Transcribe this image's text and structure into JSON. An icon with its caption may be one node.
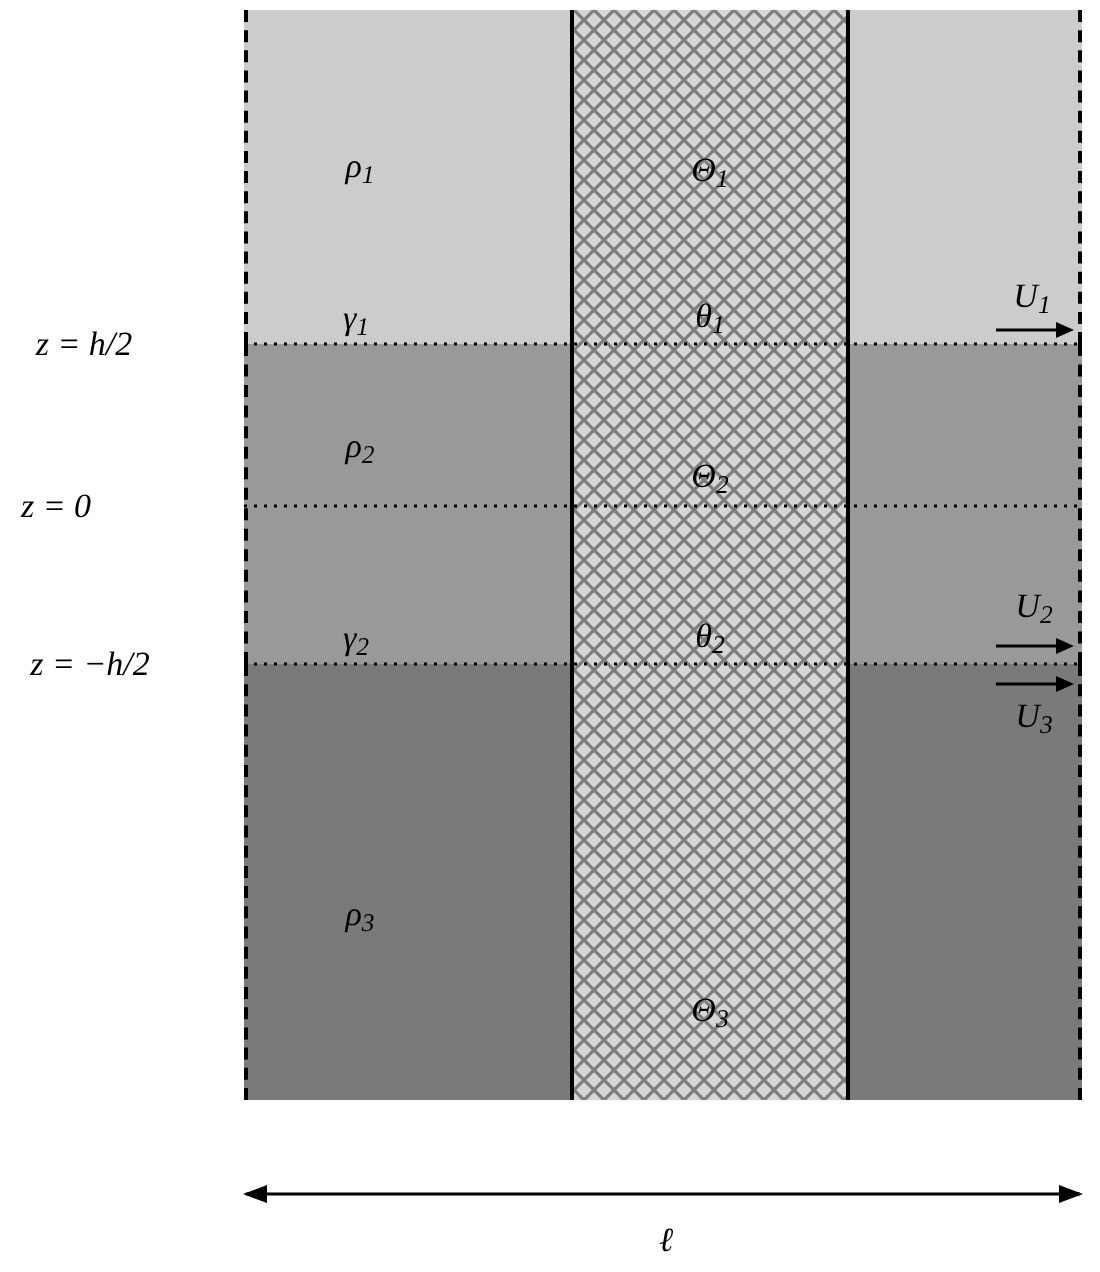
{
  "diagram": {
    "nodes": [
      {
        "text": [
          "ρ$_{1}$"
        ]
      },
      {
        "text": [
          "Θ$_{1}$",
          "θ$_{1}$",
          "Θ$_{2}$",
          "θ$_{2}$",
          "Θ$_{3}$"
        ]
      },
      {
        "text": [],
        "shape": "box"
      },
      {
        "text": [
          "ρ$_{2}$"
        ]
      },
      {
        "text": [],
        "shape": "box"
      },
      {
        "text": [
          "ρ$_{3}$"
        ]
      },
      {
        "text": [],
        "shape": "box"
      }
    ],
    "edges": [],
    "labels": [
      "z = h/2",
      "z = 0",
      "z = −h/2",
      "γ$_{1}$",
      "γ$_{2}$",
      "U$_{1}$",
      "U$_{2}$",
      "U$_{3}$",
      "ℓ"
    ]
  }
}
